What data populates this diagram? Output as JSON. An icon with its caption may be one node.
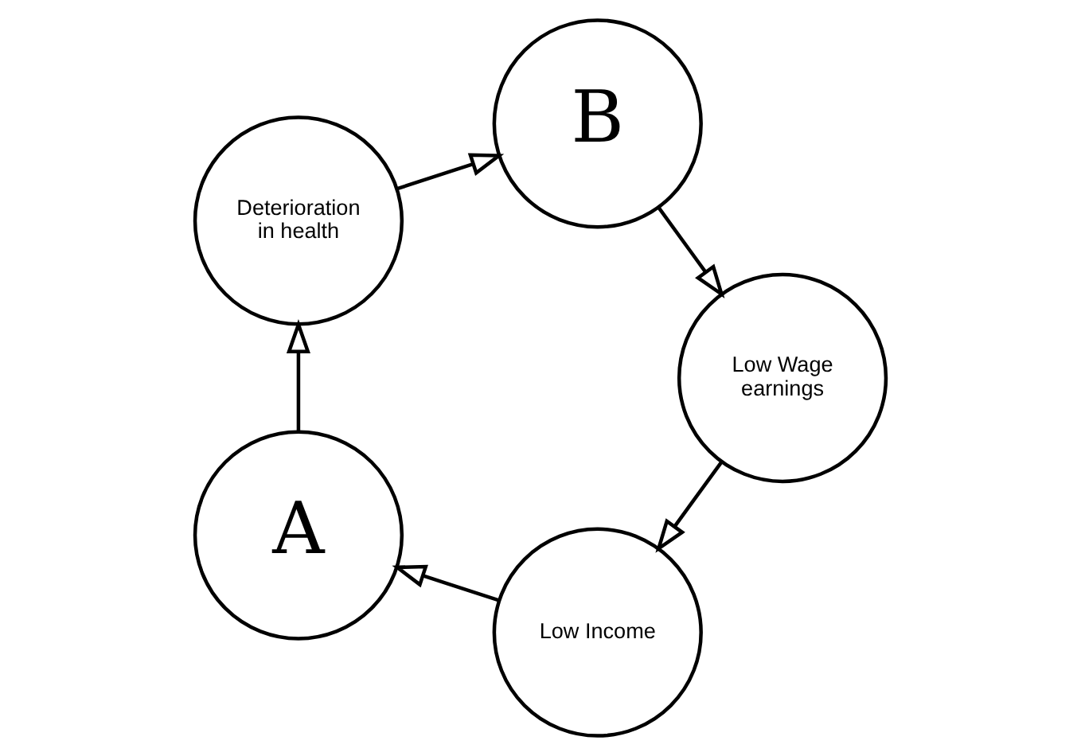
{
  "diagram": {
    "nodes": [
      {
        "text": [
          "Low Income"
        ]
      },
      {
        "text": [
          "A"
        ]
      },
      {
        "text": [
          "Deterioration in health"
        ]
      },
      {
        "text": [
          "B"
        ]
      },
      {
        "text": [
          "Low Wage earnings"
        ]
      }
    ],
    "edges": [
      {
        "from": 0,
        "to": 1,
        "arrow": "to"
      },
      {
        "from": 1,
        "to": 2,
        "arrow": "to"
      },
      {
        "from": 2,
        "to": 3,
        "arrow": "to"
      },
      {
        "from": 3,
        "to": 4,
        "arrow": "to"
      },
      {
        "from": 4,
        "to": 0,
        "arrow": "to"
      }
    ]
  }
}
